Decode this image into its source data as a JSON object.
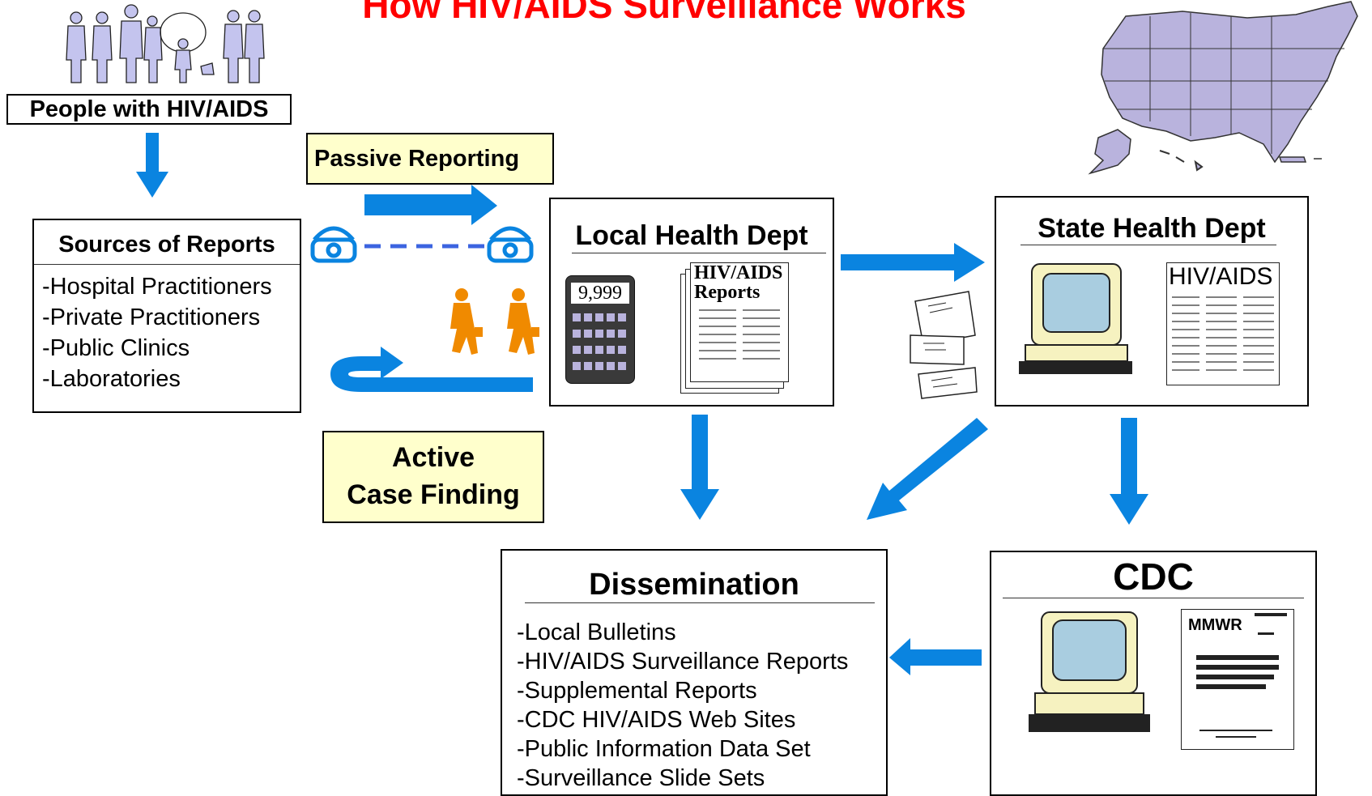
{
  "title": "How HIV/AIDS Surveillance Works",
  "people": {
    "label": "People with HIV/AIDS"
  },
  "sources": {
    "heading": "Sources of Reports",
    "items": [
      "-Hospital Practitioners",
      "-Private Practitioners",
      "-Public Clinics",
      "-Laboratories"
    ]
  },
  "passive": {
    "label": "Passive Reporting"
  },
  "active": {
    "line1": "Active",
    "line2": "Case Finding"
  },
  "local": {
    "heading": "Local Health Dept",
    "counter": "9,999",
    "report_line1": "HIV/AIDS",
    "report_line2": "Reports"
  },
  "state": {
    "heading": "State Health Dept",
    "report_label": "HIV/AIDS"
  },
  "cdc": {
    "heading": "CDC",
    "journal": "MMWR"
  },
  "dissemination": {
    "heading": "Dissemination",
    "items": [
      "-Local Bulletins",
      "-HIV/AIDS Surveillance Reports",
      "-Supplemental Reports",
      "-CDC HIV/AIDS Web Sites",
      "-Public Information Data Set",
      "-Surveillance Slide Sets"
    ]
  },
  "colors": {
    "arrow": "#0a84e0",
    "title": "#ff0000",
    "note_fill": "#ffffcc",
    "map_fill": "#b9b3dd",
    "walker": "#f08a00",
    "people_fill": "#c4c4ee"
  }
}
